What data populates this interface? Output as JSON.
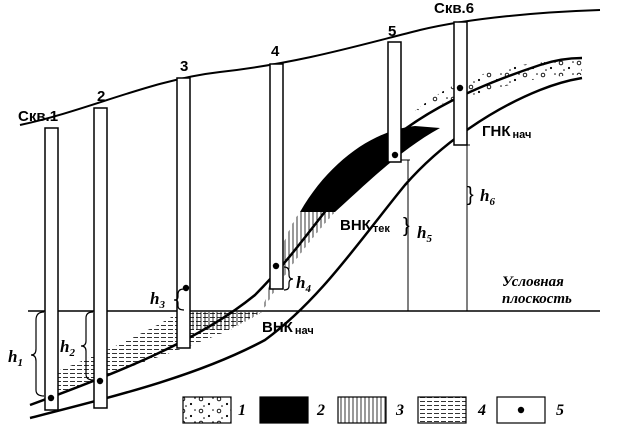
{
  "wells": [
    {
      "label": "Скв.1"
    },
    {
      "label": "2"
    },
    {
      "label": "3"
    },
    {
      "label": "4"
    },
    {
      "label": "5"
    },
    {
      "label": "Скв.6"
    }
  ],
  "heights": [
    {
      "base": "h",
      "index": "1"
    },
    {
      "base": "h",
      "index": "2"
    },
    {
      "base": "h",
      "index": "3"
    },
    {
      "base": "h",
      "index": "4"
    },
    {
      "base": "h",
      "index": "5"
    },
    {
      "base": "h",
      "index": "6"
    }
  ],
  "contacts": {
    "vnk_tek": {
      "base": "ВНК",
      "sub": "тек"
    },
    "vnk_nach": {
      "base": "ВНК",
      "sub": "нач"
    },
    "gnk_nach": {
      "base": "ГНК",
      "sub": "нач"
    }
  },
  "reference_plane": {
    "line1": "Условная",
    "line2": "плоскость"
  },
  "legend": [
    {
      "num": "1",
      "pattern": "dots"
    },
    {
      "num": "2",
      "pattern": "black"
    },
    {
      "num": "3",
      "pattern": "vertical"
    },
    {
      "num": "4",
      "pattern": "horizontal"
    },
    {
      "num": "5",
      "pattern": "point"
    }
  ]
}
